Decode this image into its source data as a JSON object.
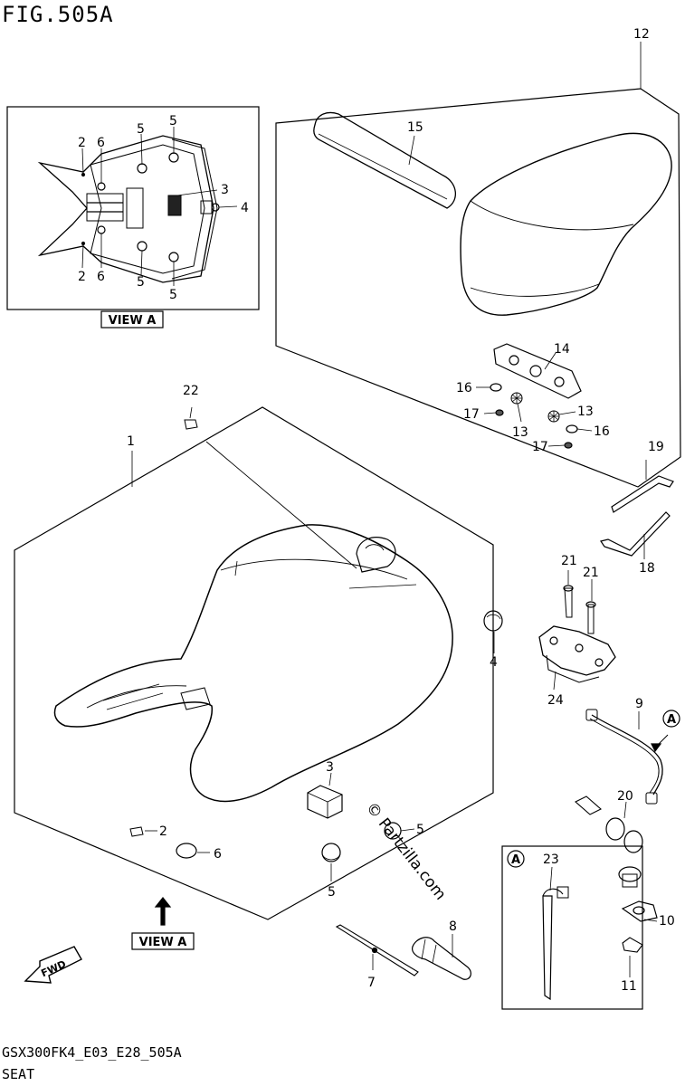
{
  "figure": {
    "title": "FIG.505A",
    "model_code": "GSX300FK4_E03_E28_505A",
    "section_name": "SEAT"
  },
  "labels": {
    "view_a_top": "VIEW A",
    "view_a_bottom": "VIEW A",
    "fwd": "FWD",
    "circle_a_arrow": "A",
    "circle_a_inset": "A",
    "watermark": "© Partzilla.com"
  },
  "callouts": {
    "c1": "1",
    "c2": "2",
    "c3": "3",
    "c4": "4",
    "c5": "5",
    "c6": "6",
    "c7": "7",
    "c8": "8",
    "c9": "9",
    "c10": "10",
    "c11": "11",
    "c12": "12",
    "c13a": "13",
    "c13b": "13",
    "c14": "14",
    "c15": "15",
    "c16a": "16",
    "c16b": "16",
    "c17a": "17",
    "c17b": "17",
    "c18": "18",
    "c19": "19",
    "c20": "20",
    "c21a": "21",
    "c21b": "21",
    "c22": "22",
    "c23": "23",
    "c24": "24",
    "view_2a": "2",
    "view_2b": "2",
    "view_3": "3",
    "view_4": "4",
    "view_5a": "5",
    "view_5b": "5",
    "view_5c": "5",
    "view_5d": "5",
    "view_6a": "6",
    "view_6b": "6"
  }
}
